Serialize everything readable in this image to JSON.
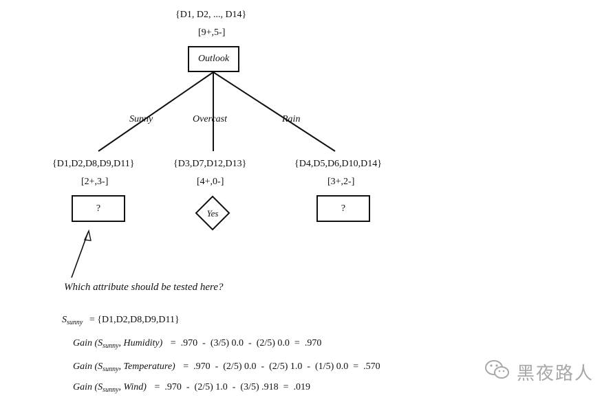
{
  "root": {
    "set": "{D1, D2, ..., D14}",
    "counts": "[9+,5-]",
    "label": "Outlook"
  },
  "branches": [
    {
      "label": "Sunny",
      "set": "{D1,D2,D8,D9,D11}",
      "counts": "[2+,3-]",
      "leaf": "?"
    },
    {
      "label": "Overcast",
      "set": "{D3,D7,D12,D13}",
      "counts": "[4+,0-]",
      "leaf": "Yes"
    },
    {
      "label": "Rain",
      "set": "{D4,D5,D6,D10,D14}",
      "counts": "[3+,2-]",
      "leaf": "?"
    }
  ],
  "question": "Which attribute should be tested here?",
  "s_sunny": {
    "symbol": "S",
    "subscript": "sunny",
    "value": "= {D1,D2,D8,D9,D11}"
  },
  "gains": [
    {
      "prefix": "Gain (S",
      "sub": "sunny",
      "attr": ", Humidity)",
      "expr": "=  .970  -  (3/5) 0.0  -  (2/5) 0.0  =  .970"
    },
    {
      "prefix": "Gain (S",
      "sub": "sunny",
      "attr": ", Temperature)",
      "expr": "=  .970  -  (2/5) 0.0  -  (2/5) 1.0  -  (1/5) 0.0  =  .570"
    },
    {
      "prefix": "Gain (S",
      "sub": "sunny",
      "attr": ", Wind)",
      "expr": "=  .970  -  (2/5) 1.0  -  (3/5) .918  =  .019"
    }
  ],
  "watermark": "黑夜路人"
}
